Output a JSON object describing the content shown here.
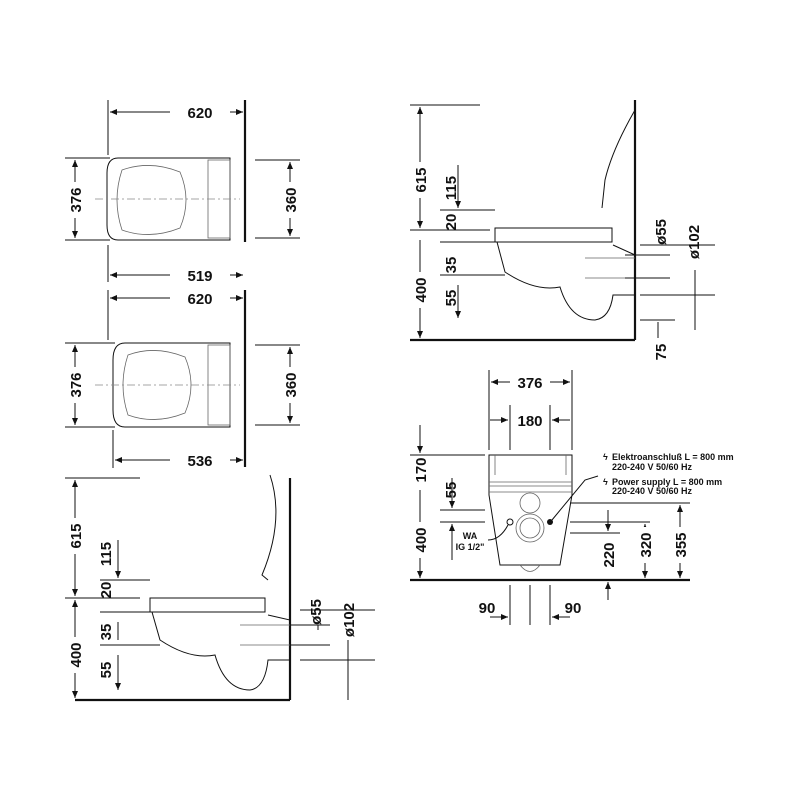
{
  "plan_view_1": {
    "width_total": "620",
    "depth_left": "376",
    "depth_right": "360",
    "width_bottom": "519"
  },
  "plan_view_2": {
    "width_total": "620",
    "depth_left": "376",
    "depth_right": "360",
    "width_bottom": "536"
  },
  "side_view_1": {
    "height_total": "615",
    "seat_top": "115",
    "seat_gap": "20",
    "outlet_offset": "35",
    "mount_height": "400",
    "drain_offset": "55",
    "outlet_dia_small": "ø55",
    "outlet_dia_large": "ø102"
  },
  "side_view_2": {
    "height_total": "615",
    "seat_top": "115",
    "seat_gap": "20",
    "outlet_offset": "35",
    "mount_height": "400",
    "drain_offset": "55",
    "outlet_dia_small": "ø55",
    "outlet_dia_large": "ø102",
    "floor_offset": "75"
  },
  "front_view": {
    "width_total": "376",
    "width_inner": "180",
    "top_height": "170",
    "upper_offset": "55",
    "mount_height": "400",
    "water_label": "WA",
    "water_thread": "IG 1/2\"",
    "h_220": "220",
    "h_320": "320",
    "h_355": "355",
    "spacing_left": "90",
    "spacing_right": "90",
    "power_de_line1": "Elektroanschluß L = 800 mm",
    "power_de_line2": "220-240 V  50/60 Hz",
    "power_en_line1": "Power supply L = 800 mm",
    "power_en_line2": "220-240 V  50/60 Hz"
  }
}
